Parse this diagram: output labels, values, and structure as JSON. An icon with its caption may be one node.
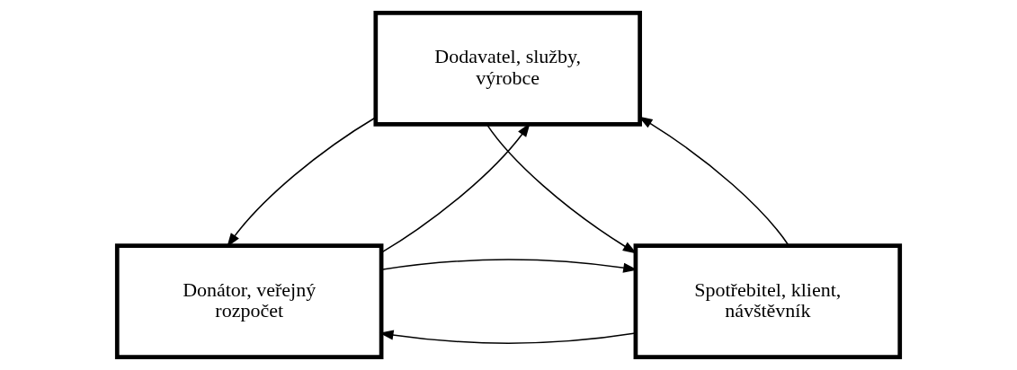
{
  "diagram": {
    "nodes": [
      {
        "text": [
          "Dodavatel, služby, výrobce"
        ]
      },
      {
        "text": [
          "Donátor, veřejný rozpočet"
        ]
      },
      {
        "text": [
          "Spotřebitel, klient, návštěvník"
        ]
      }
    ],
    "edges": [
      {
        "from": 1,
        "to": 0,
        "arrow": "to"
      },
      {
        "from": 0,
        "to": 1,
        "arrow": "to"
      },
      {
        "from": 0,
        "to": 2,
        "arrow": "to"
      },
      {
        "from": 2,
        "to": 0,
        "arrow": "to"
      },
      {
        "from": 2,
        "to": 1,
        "arrow": "to"
      },
      {
        "from": 1,
        "to": 2,
        "arrow": "to"
      }
    ]
  }
}
